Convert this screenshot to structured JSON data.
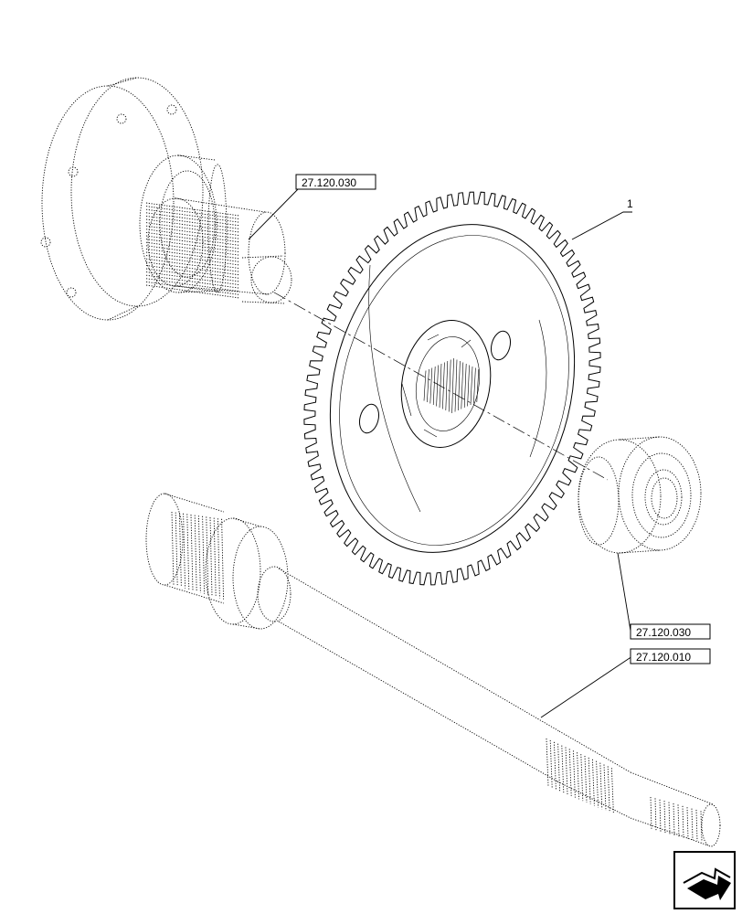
{
  "diagram": {
    "item_labels": [
      {
        "id": "gear",
        "text": "1"
      }
    ],
    "reference_boxes": [
      {
        "id": "ref-top",
        "text": "27.120.030"
      },
      {
        "id": "ref-mid",
        "text": "27.120.030"
      },
      {
        "id": "ref-low",
        "text": "27.120.010"
      }
    ],
    "nav_icon": "next-page-arrow-icon"
  }
}
